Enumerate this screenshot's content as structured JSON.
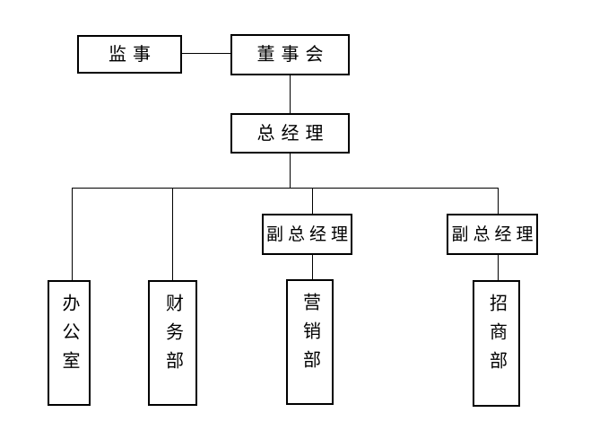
{
  "page": {
    "background": "#ffffff",
    "line_color": "#000000",
    "text_color": "#000000"
  },
  "diagram": {
    "type": "org-chart",
    "nodes": {
      "supervisor": {
        "label": "监事",
        "text_orientation": "horizontal"
      },
      "board": {
        "label": "董事会",
        "text_orientation": "horizontal"
      },
      "general_manager": {
        "label": "总经理",
        "text_orientation": "horizontal"
      },
      "deputy_gm_1": {
        "label": "副总经理",
        "text_orientation": "horizontal"
      },
      "deputy_gm_2": {
        "label": "副总经理",
        "text_orientation": "horizontal"
      },
      "office": {
        "label": "办公室",
        "text_orientation": "vertical"
      },
      "finance_dept": {
        "label": "财务部",
        "text_orientation": "vertical"
      },
      "marketing_dept": {
        "label": "营销部",
        "text_orientation": "vertical"
      },
      "investment_dept": {
        "label": "招商部",
        "text_orientation": "vertical"
      }
    },
    "edges": [
      {
        "from": "监事",
        "to": "董事会",
        "style": "side-link"
      },
      {
        "from": "董事会",
        "to": "总经理",
        "style": "vertical"
      },
      {
        "from": "总经理",
        "to": "办公室",
        "style": "tree"
      },
      {
        "from": "总经理",
        "to": "财务部",
        "style": "tree"
      },
      {
        "from": "总经理",
        "to": "副总经理 (1)",
        "style": "tree"
      },
      {
        "from": "总经理",
        "to": "副总经理 (2)",
        "style": "tree"
      },
      {
        "from": "副总经理 (1)",
        "to": "营销部",
        "style": "vertical"
      },
      {
        "from": "副总经理 (2)",
        "to": "招商部",
        "style": "vertical"
      }
    ]
  }
}
